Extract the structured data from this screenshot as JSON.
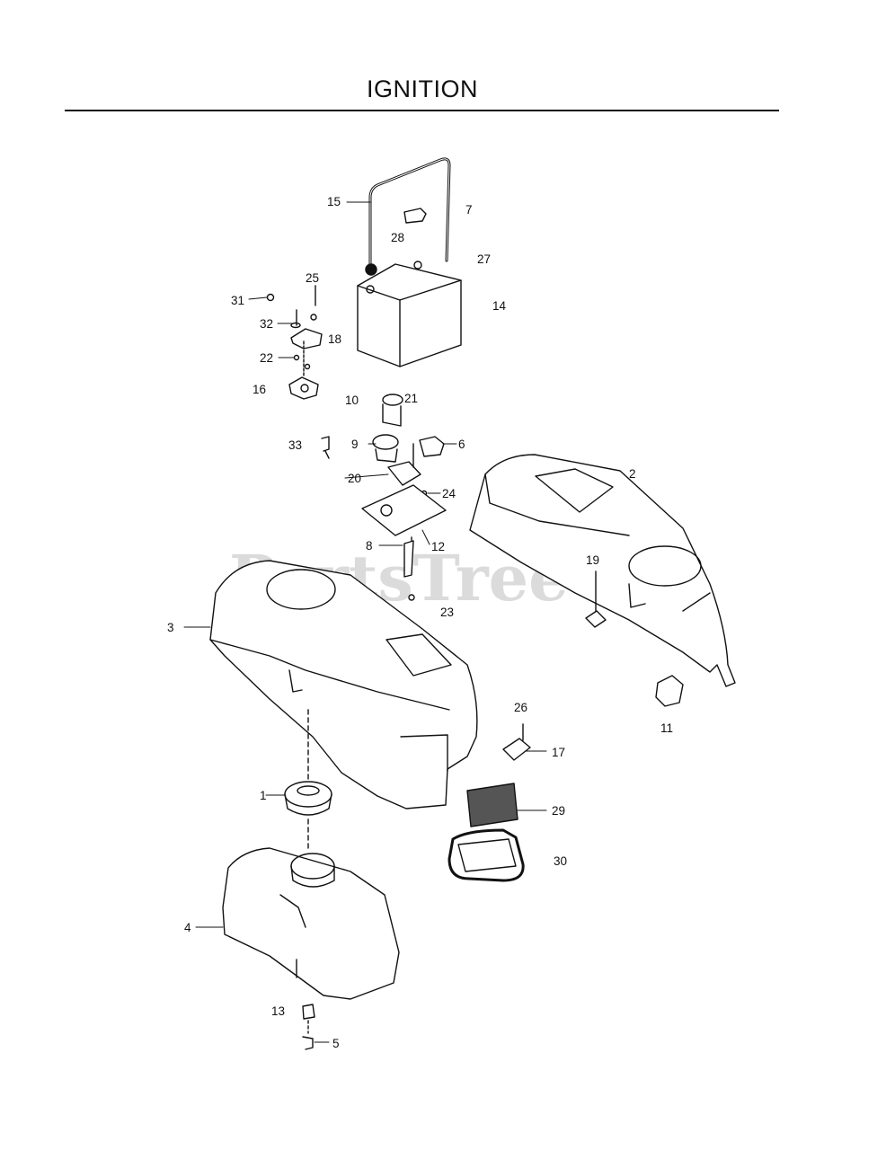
{
  "title": "IGNITION",
  "watermark": "PartsTree",
  "callouts": {
    "c1": "1",
    "c2": "2",
    "c3": "3",
    "c4": "4",
    "c5": "5",
    "c6": "6",
    "c7": "7",
    "c8": "8",
    "c9": "9",
    "c10": "10",
    "c11": "11",
    "c12": "12",
    "c13": "13",
    "c14": "14",
    "c15": "15",
    "c16": "16",
    "c17": "17",
    "c18": "18",
    "c19": "19",
    "c20": "20",
    "c21": "21",
    "c22": "22",
    "c23": "23",
    "c24": "24",
    "c25": "25",
    "c26": "26",
    "c27": "27",
    "c28": "28",
    "c29": "29",
    "c30": "30",
    "c31": "31",
    "c32": "32",
    "c33": "33"
  }
}
